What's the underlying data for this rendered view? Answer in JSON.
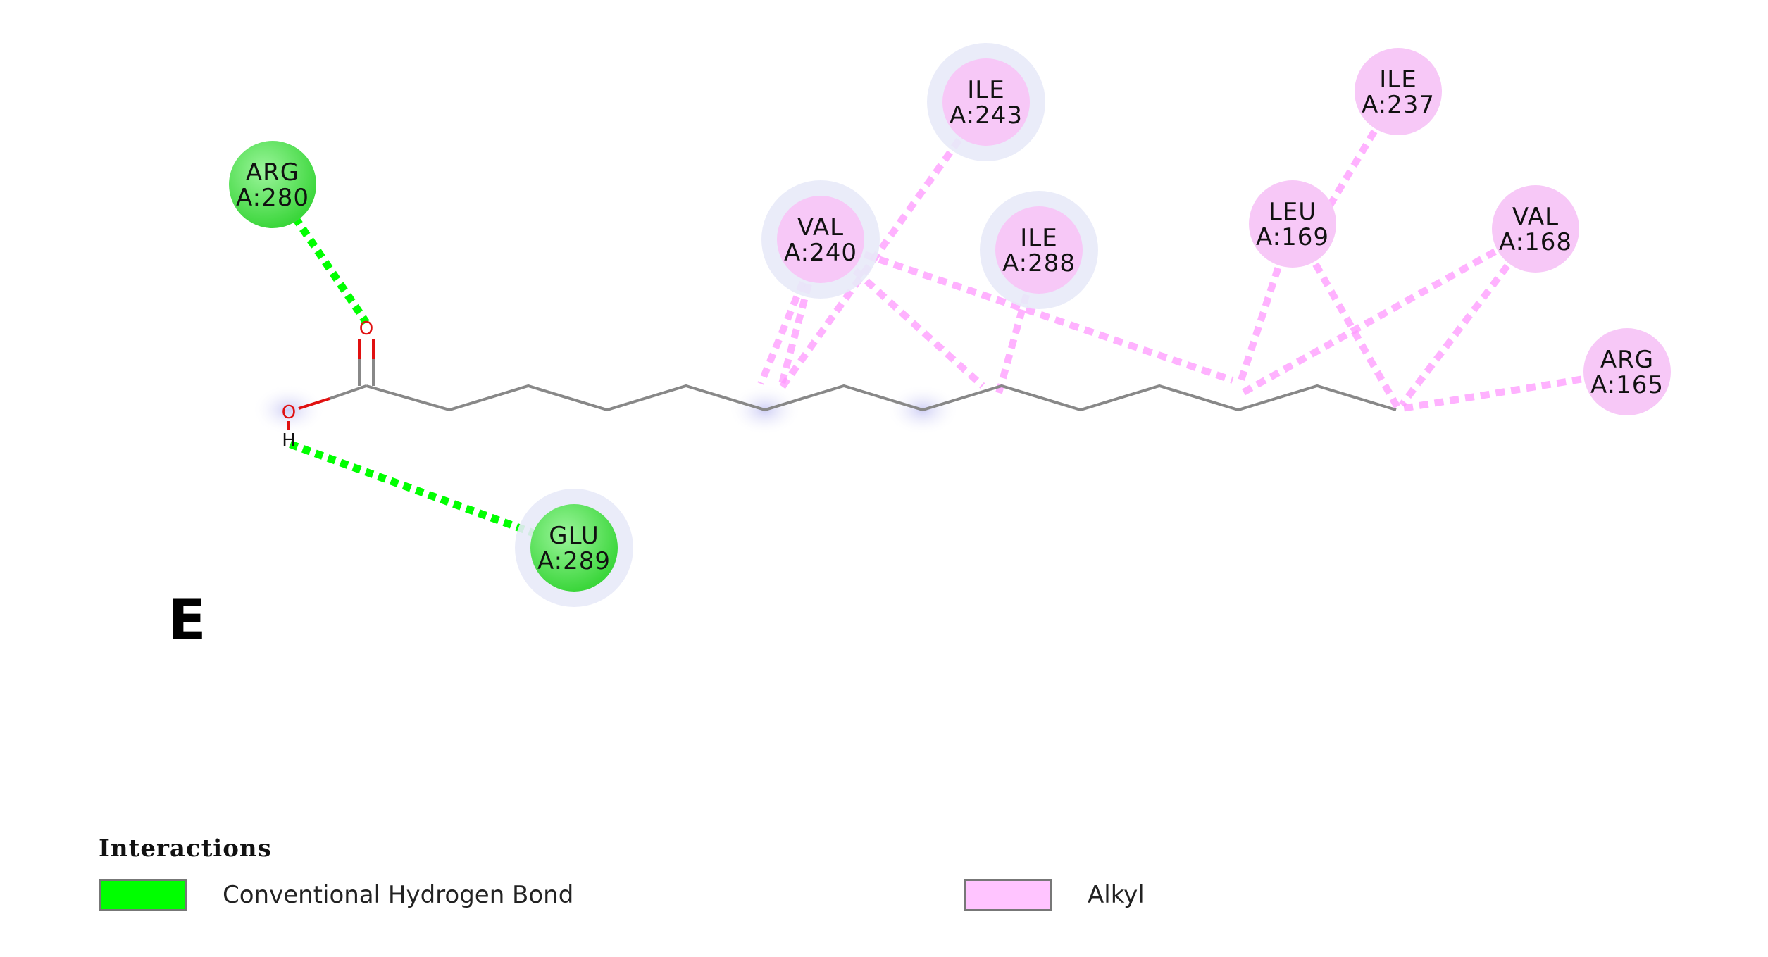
{
  "panel_label": "E",
  "colors": {
    "hbond": "#00ff00",
    "alkyl": "#ff99ff",
    "hbond_node": "#44dd44",
    "alkyl_node": "#f7c8f7",
    "oxygen": "#e01010",
    "bond": "#888888"
  },
  "atoms": {
    "oxygen_carbonyl": "O",
    "oxygen_hydroxyl": "O",
    "hydrogen": "H"
  },
  "residues": [
    {
      "id": "ARG280",
      "name": "ARG",
      "num": "A:280",
      "type": "hbond"
    },
    {
      "id": "GLU289",
      "name": "GLU",
      "num": "A:289",
      "type": "hbond"
    },
    {
      "id": "VAL240",
      "name": "VAL",
      "num": "A:240",
      "type": "alkyl"
    },
    {
      "id": "ILE243",
      "name": "ILE",
      "num": "A:243",
      "type": "alkyl"
    },
    {
      "id": "ILE288",
      "name": "ILE",
      "num": "A:288",
      "type": "alkyl"
    },
    {
      "id": "LEU169",
      "name": "LEU",
      "num": "A:169",
      "type": "alkyl"
    },
    {
      "id": "ILE237",
      "name": "ILE",
      "num": "A:237",
      "type": "alkyl"
    },
    {
      "id": "VAL168",
      "name": "VAL",
      "num": "A:168",
      "type": "alkyl"
    },
    {
      "id": "ARG165",
      "name": "ARG",
      "num": "A:165",
      "type": "alkyl"
    }
  ],
  "legend": {
    "title": "Interactions",
    "items": [
      {
        "label": "Conventional Hydrogen Bond",
        "color": "#00ff00"
      },
      {
        "label": "Alkyl",
        "color": "#ffc4ff"
      }
    ]
  }
}
